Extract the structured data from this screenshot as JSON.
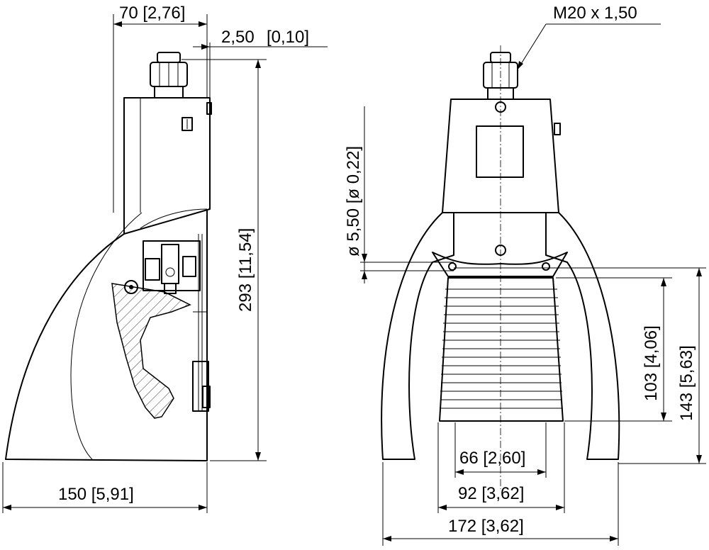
{
  "diagram": {
    "dimensions": {
      "side_top_width": "70 [2,76]",
      "side_offset": "2,50",
      "side_offset_inch": "[0,10]",
      "side_height": "293 [11,54]",
      "side_length": "150 [5,91]",
      "thread": "M20 x 1,50",
      "hole_diameter": "ø 5,50 [ø 0,22]",
      "pedal_height": "103 [4,06]",
      "overall_pedal_height": "143 [5,63]",
      "pedal_width_inner": "66 [2,60]",
      "pedal_width": "92 [3,62]",
      "overall_width": "172 [3,62]"
    }
  }
}
